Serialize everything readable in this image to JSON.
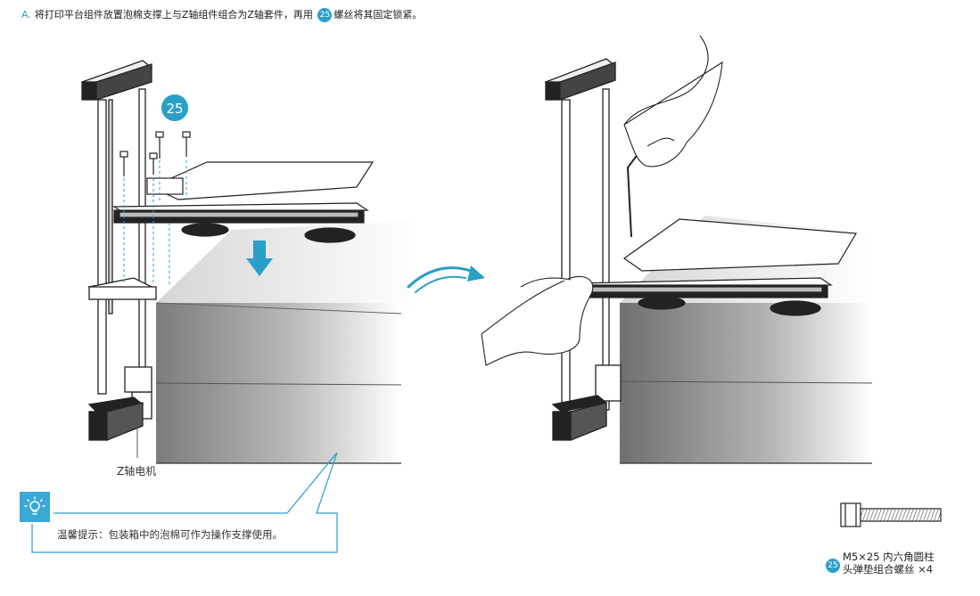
{
  "instruction": {
    "letter": "A.",
    "text_before": "将打印平台组件放置泡棉支撑上与Z轴组件组合为Z轴套件，再用",
    "badge": "25",
    "text_after": "螺丝将其固定锁紧。"
  },
  "figure_badge": "25",
  "labels": {
    "z_motor": "Z轴电机"
  },
  "tip": {
    "icon": "lightbulb-icon",
    "text": "温馨提示：包装箱中的泡棉可作为操作支撑使用。"
  },
  "screw": {
    "badge": "25",
    "line1": "M5×25 内六角圆柱",
    "line2": "头弹垫组合螺丝 ×4"
  },
  "colors": {
    "accent": "#2a9fc9",
    "tip_background": "#3aa9d6"
  }
}
